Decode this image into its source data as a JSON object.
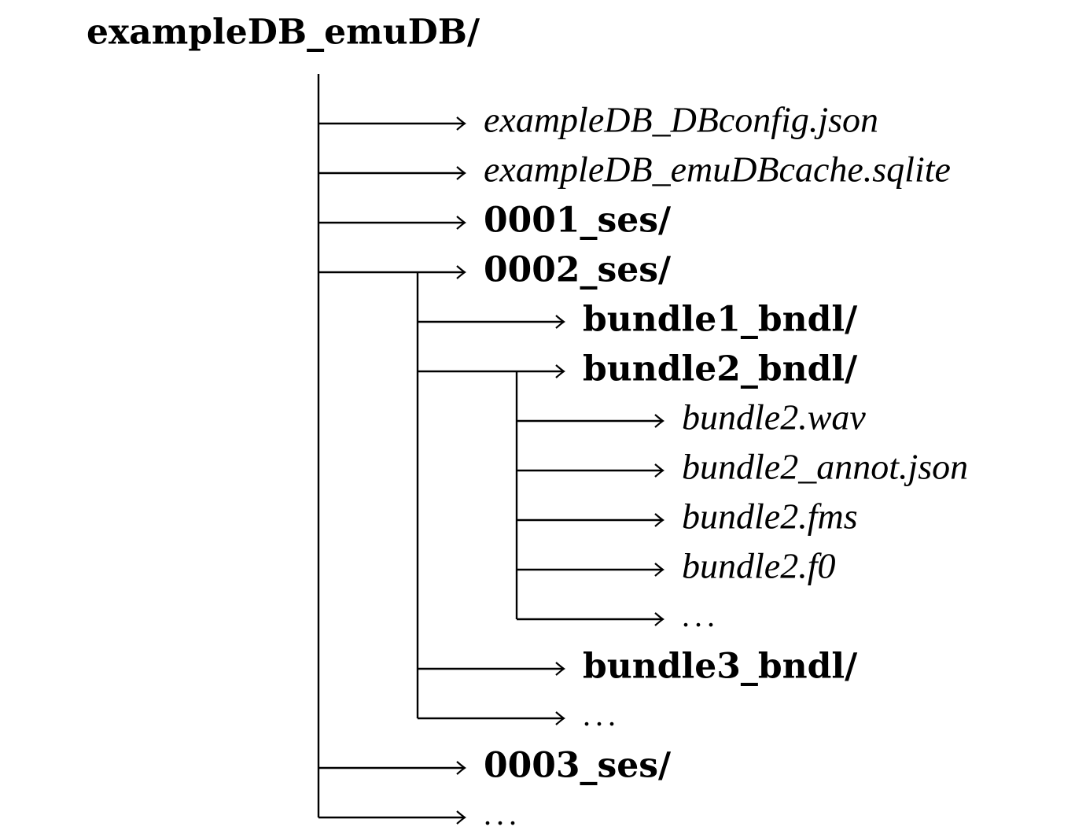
{
  "tree": {
    "name": "exampleDB_emuDB/",
    "kind": "dir",
    "children": [
      {
        "name": "exampleDB_DBconfig.json",
        "kind": "file"
      },
      {
        "name": "exampleDB_emuDBcache.sqlite",
        "kind": "file"
      },
      {
        "name": "0001_ses/",
        "kind": "dir"
      },
      {
        "name": "0002_ses/",
        "kind": "dir",
        "children": [
          {
            "name": "bundle1_bndl/",
            "kind": "dir"
          },
          {
            "name": "bundle2_bndl/",
            "kind": "dir",
            "children": [
              {
                "name": "bundle2.wav",
                "kind": "file"
              },
              {
                "name": "bundle2_annot.json",
                "kind": "file"
              },
              {
                "name": "bundle2.fms",
                "kind": "file"
              },
              {
                "name": "bundle2.f0",
                "kind": "file"
              },
              {
                "name": "...",
                "kind": "more"
              }
            ]
          },
          {
            "name": "bundle3_bndl/",
            "kind": "dir"
          },
          {
            "name": "...",
            "kind": "more"
          }
        ]
      },
      {
        "name": "0003_ses/",
        "kind": "dir"
      },
      {
        "name": "...",
        "kind": "more"
      }
    ]
  }
}
